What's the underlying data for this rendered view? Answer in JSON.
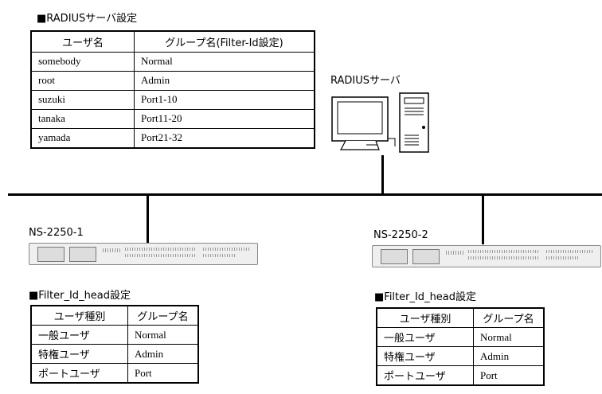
{
  "radius_table": {
    "title": "■RADIUSサーバ設定",
    "headers": [
      "ユーザ名",
      "グループ名(Filter-Id設定)"
    ],
    "rows": [
      [
        "somebody",
        "Normal"
      ],
      [
        "root",
        "Admin"
      ],
      [
        "suzuki",
        "Port1-10"
      ],
      [
        "tanaka",
        "Port11-20"
      ],
      [
        "yamada",
        "Port21-32"
      ]
    ]
  },
  "server": {
    "label": "RADIUSサーバ",
    "icon": "server-computer-icon"
  },
  "devices": [
    {
      "name": "NS-2250-1",
      "table_title": "■Filter_Id_head設定",
      "headers": [
        "ユーザ種別",
        "グループ名"
      ],
      "rows": [
        [
          "一般ユーザ",
          "Normal"
        ],
        [
          "特権ユーザ",
          "Admin"
        ],
        [
          "ポートユーザ",
          "Port"
        ]
      ]
    },
    {
      "name": "NS-2250-2",
      "table_title": "■Filter_Id_head設定",
      "headers": [
        "ユーザ種別",
        "グループ名"
      ],
      "rows": [
        [
          "一般ユーザ",
          "Normal"
        ],
        [
          "特権ユーザ",
          "Admin"
        ],
        [
          "ポートユーザ",
          "Port"
        ]
      ]
    }
  ]
}
